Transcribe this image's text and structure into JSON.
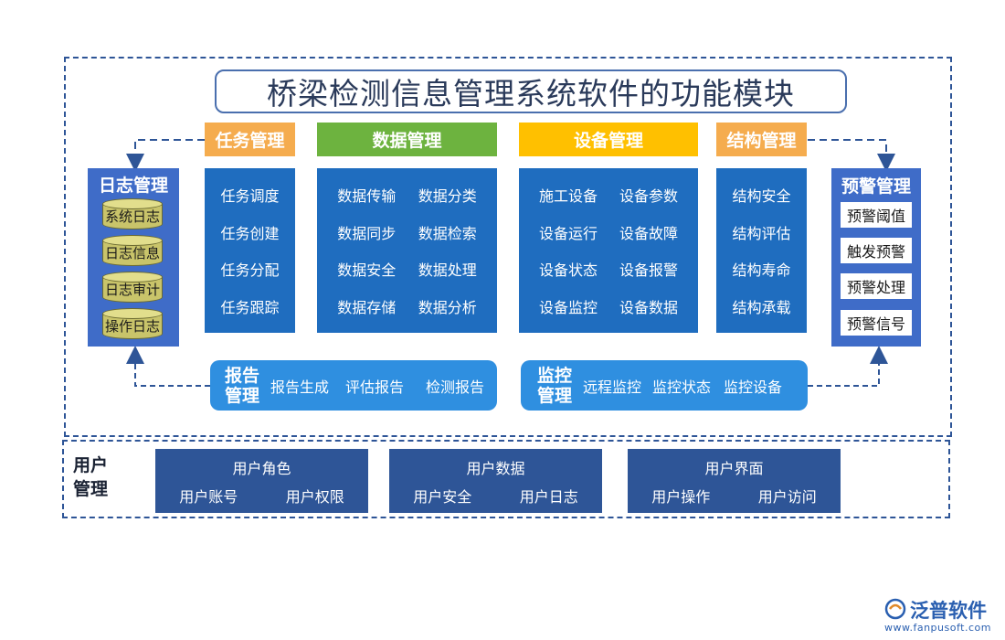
{
  "title": "桥梁检测信息管理系统软件的功能模块",
  "colors": {
    "dash_border": "#2e5597",
    "task_header": "#f5ac4e",
    "data_header": "#6db33f",
    "device_header": "#ffc000",
    "struct_header": "#f5ac4e",
    "column_blue": "#1f6dbf",
    "side_blue": "#3f6cc8",
    "pill_blue": "#2f8fe0",
    "user_blue": "#2e5597",
    "cylinder": "#c9c46a"
  },
  "log": {
    "title": "日志管理",
    "items": [
      "系统日志",
      "日志信息",
      "日志审计",
      "操作日志"
    ]
  },
  "task": {
    "title": "任务管理",
    "items": [
      "任务调度",
      "任务创建",
      "任务分配",
      "任务跟踪"
    ]
  },
  "data_mgmt": {
    "title": "数据管理",
    "items": [
      "数据传输",
      "数据分类",
      "数据同步",
      "数据检索",
      "数据安全",
      "数据处理",
      "数据存储",
      "数据分析"
    ]
  },
  "device": {
    "title": "设备管理",
    "items": [
      "施工设备",
      "设备参数",
      "设备运行",
      "设备故障",
      "设备状态",
      "设备报警",
      "设备监控",
      "设备数据"
    ]
  },
  "structure": {
    "title": "结构管理",
    "items": [
      "结构安全",
      "结构评估",
      "结构寿命",
      "结构承载"
    ]
  },
  "warning": {
    "title": "预警管理",
    "items": [
      "预警阈值",
      "触发预警",
      "预警处理",
      "预警信号"
    ]
  },
  "report": {
    "title_line1": "报告",
    "title_line2": "管理",
    "items": [
      "报告生成",
      "评估报告",
      "检测报告"
    ]
  },
  "monitor": {
    "title_line1": "监控",
    "title_line2": "管理",
    "items": [
      "远程监控",
      "监控状态",
      "监控设备"
    ]
  },
  "user": {
    "title_line1": "用户",
    "title_line2": "管理",
    "boxes": [
      {
        "top": "用户角色",
        "left": "用户账号",
        "right": "用户权限"
      },
      {
        "top": "用户数据",
        "left": "用户安全",
        "right": "用户日志"
      },
      {
        "top": "用户界面",
        "left": "用户操作",
        "right": "用户访问"
      }
    ]
  },
  "logo": {
    "name": "泛普软件",
    "url": "www.fanpusoft.com"
  }
}
